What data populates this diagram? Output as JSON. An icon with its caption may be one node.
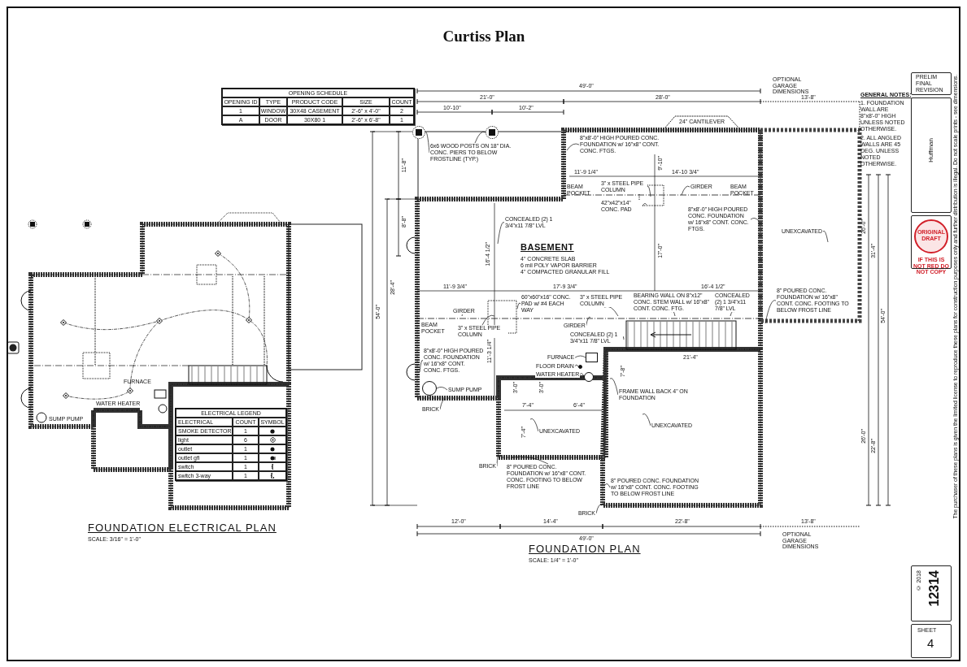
{
  "diagram": {
    "title": "Curtiss Plan",
    "nodes": [
      {
        "text": [
          "6x6 WOOD POSTS ON 18\" DIA. CONC. PIERS TO BELOW FROSTLINE (TYP.)"
        ]
      },
      {
        "text": [
          "8\"x8'-0\" HIGH POURED CONC. FOUNDATION w/ 16\"x8\" CONT. CONC. FTGS."
        ]
      },
      {
        "text": [
          "3\" x STEEL PIPE COLUMN"
        ]
      },
      {
        "text": [
          "42\"x42\"x14\" CONC. PAD"
        ]
      },
      {
        "text": [
          "CONCEALED (2) 1 3/4\"x11 7/8\" LVL"
        ]
      },
      {
        "text": [
          "GIRDER"
        ]
      },
      {
        "text": [
          "8\"x8'-0\" HIGH POURED CONC. FOUNDATION w/ 16\"x8\" CONT. CONC. FTGS."
        ]
      },
      {
        "text": [
          "UNEXCAVATED"
        ]
      },
      {
        "text": [
          "8\" POURED CONC. FOUNDATION w/ 16\"x8\" CONT. CONC. FOOTING TO BELOW FROST LINE"
        ]
      },
      {
        "text": [
          "BEARING WALL ON 8\"x12\" CONC. STEM WALL w/ 16\"x8\" CONT. CONC. FTG."
        ]
      },
      {
        "text": [
          "CONCEALED (2) 1 3/4\"x11 7/8\" LVL"
        ]
      },
      {
        "text": [
          "60\"x60\"x16\" CONC. PAD w/ #4 EACH WAY"
        ]
      },
      {
        "text": [
          "GIRDER"
        ]
      },
      {
        "text": [
          "3\" x STEEL PIPE COLUMN"
        ]
      },
      {
        "text": [
          "GIRDER"
        ]
      },
      {
        "text": [
          "3\" x STEEL PIPE COLUMN"
        ]
      },
      {
        "text": [
          "CONCEALED (2) 1 3/4\"x11 7/8\" LVL"
        ]
      },
      {
        "text": [
          "FURNACE"
        ]
      },
      {
        "text": [
          "FLOOR DRAIN"
        ]
      },
      {
        "text": [
          "WATER HEATER"
        ]
      },
      {
        "text": [
          "FRAME WALL BACK 4\" ON FOUNDATION"
        ]
      },
      {
        "text": [
          "8\"x8'-0\" HIGH POURED CONC. FOUNDATION w/ 16\"x8\" CONT. CONC. FTGS."
        ]
      },
      {
        "text": [
          "SUMP PUMP"
        ]
      },
      {
        "text": [
          "BRICK"
        ]
      },
      {
        "text": [
          "UNEXCAVATED"
        ]
      },
      {
        "text": [
          "BRICK"
        ]
      },
      {
        "text": [
          "8\" POURED CONC. FOUNDATION w/ 16\"x8\" CONT. CONC. FOOTING TO BELOW FROST LINE"
        ]
      },
      {
        "text": [
          "UNEXCAVATED"
        ]
      },
      {
        "text": [
          "8\" POURED CONC. FOUNDATION w/ 16\"x8\" CONT. CONC. FOOTING TO BELOW FROST LINE"
        ]
      },
      {
        "text": [
          "BRICK"
        ]
      },
      {
        "text": [],
        "shape": "box"
      },
      {
        "text": [],
        "shape": "box"
      },
      {
        "text": [],
        "shape": "box"
      },
      {
        "text": [],
        "shape": "circle"
      },
      {
        "text": [],
        "shape": "circle"
      },
      {
        "text": [],
        "shape": "circle"
      }
    ],
    "edges": [
      {
        "from": 0,
        "to": 30,
        "arrow": "none"
      },
      {
        "from": 0,
        "to": 31,
        "arrow": "none"
      },
      {
        "from": 1,
        "to": null,
        "arrow": "none"
      },
      {
        "from": 2,
        "to": null,
        "arrow": "none"
      },
      {
        "from": 3,
        "to": null,
        "arrow": "none"
      },
      {
        "from": 4,
        "to": null,
        "arrow": "none"
      },
      {
        "from": 5,
        "to": null,
        "arrow": "none"
      },
      {
        "from": 6,
        "to": null,
        "arrow": "none"
      },
      {
        "from": 7,
        "to": null,
        "arrow": "none"
      },
      {
        "from": 8,
        "to": null,
        "arrow": "none"
      },
      {
        "from": 9,
        "to": null,
        "arrow": "none"
      },
      {
        "from": 10,
        "to": null,
        "arrow": "none"
      },
      {
        "from": 11,
        "to": null,
        "arrow": "none"
      },
      {
        "from": 12,
        "to": null,
        "arrow": "none"
      },
      {
        "from": 13,
        "to": null,
        "arrow": "none"
      },
      {
        "from": 14,
        "to": null,
        "arrow": "none"
      },
      {
        "from": 15,
        "to": null,
        "arrow": "none"
      },
      {
        "from": 16,
        "to": null,
        "arrow": "none"
      },
      {
        "from": 17,
        "to": 32,
        "arrow": "none"
      },
      {
        "from": 18,
        "to": 33,
        "arrow": "none"
      },
      {
        "from": 19,
        "to": 34,
        "arrow": "none"
      },
      {
        "from": 20,
        "to": null,
        "arrow": "none"
      },
      {
        "from": 21,
        "to": null,
        "arrow": "none"
      },
      {
        "from": 22,
        "to": 35,
        "arrow": "none"
      },
      {
        "from": 23,
        "to": null,
        "arrow": "none"
      },
      {
        "from": 24,
        "to": null,
        "arrow": "none"
      },
      {
        "from": 25,
        "to": null,
        "arrow": "none"
      },
      {
        "from": 26,
        "to": null,
        "arrow": "none"
      },
      {
        "from": 27,
        "to": null,
        "arrow": "none"
      },
      {
        "from": 28,
        "to": null,
        "arrow": "none"
      },
      {
        "from": 29,
        "to": null,
        "arrow": "none"
      }
    ],
    "labels": [
      "OPENING SCHEDULE",
      "OPENING ID",
      "TYPE",
      "PRODUCT CODE",
      "SIZE",
      "COUNT",
      "1",
      "WINDOW",
      "30X48 CASEMENT",
      "2'-6\" x 4'-0\"",
      "2",
      "A",
      "DOOR",
      "30X80 1",
      "2'-6\" x 6'-8\"",
      "1",
      "49'-0\"",
      "21'-0\"",
      "28'-0\"",
      "10'-10\"",
      "10'-2\"",
      "OPTIONAL GARAGE DIMENSIONS",
      "13'-8\"",
      "GENERAL NOTES:",
      "1. FOUNDATION WALL ARE 8\"x8'-0\" HIGH UNLESS NOTED OTHERWISE.",
      "2. ALL ANGLED WALLS ARE 45 DEG. UNLESS NOTED OTHERWISE.",
      "24\" CANTILEVER",
      "11'-8\"",
      "11'-9 1/4\"",
      "14'-10 3/4\"",
      "9'-10\"",
      "BEAM POCKET",
      "BEAM POCKET",
      "8'-8\"",
      "BASEMENT",
      "4\" CONCRETE SLAB",
      "6 mil POLY VAPOR BARRIER",
      "4\" COMPACTED GRANULAR FILL",
      "16'-4 1/2\"",
      "17'-0\"",
      "11'-9 3/4\"",
      "17'-9 3/4\"",
      "16'-4 1/2\"",
      "28'-4\"",
      "54'-0\"",
      "BEAM POCKET",
      "11'-3 1/4\"",
      "21'-4\"",
      "7'-8\"",
      "3'-0\"",
      "3'-0\"",
      "7'-4\"",
      "6'-4\"",
      "7'-4\"",
      "12'-0\"",
      "14'-4\"",
      "22'-8\"",
      "13'-8\"",
      "49'-0\"",
      "OPTIONAL GARAGE DIMENSIONS",
      "FOUNDATION PLAN",
      "SCALE: 1/4\" = 1'-0\"",
      "26'-0\"",
      "31'-4\"",
      "54'-0\"",
      "26'-0\"",
      "22'-8\"",
      "FURNACE",
      "WATER HEATER",
      "SUMP PUMP",
      "ELECTRICAL LEGEND",
      "ELECTRICAL",
      "COUNT",
      "SYMBOL",
      "SMOKE DETECTOR",
      "1",
      "light",
      "6",
      "outlet",
      "1",
      "outlet gfi",
      "1",
      "switch",
      "1",
      "switch 3-way",
      "1",
      "FOUNDATION ELECTRICAL PLAN",
      "SCALE: 3/16\" = 1'-0\"",
      "PRELIM",
      "FINAL",
      "REVISION",
      "Huffman",
      "ORIGINAL DRAFT",
      "IF THIS IS NOT RED DO NOT COPY",
      "© 2018",
      "12314",
      "SHEET",
      "4",
      "The purchaser of these plans is given the limited license to reproduce these plans for construction purposes only and further distribution is illegal. Do not scale prints - see dimensions."
    ]
  }
}
